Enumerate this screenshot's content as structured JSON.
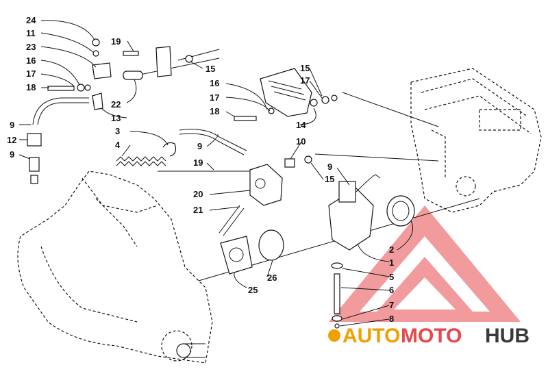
{
  "callouts": [
    {
      "id": "c24",
      "text": "24"
    },
    {
      "id": "c11",
      "text": "11"
    },
    {
      "id": "c23",
      "text": "23"
    },
    {
      "id": "c16a",
      "text": "16"
    },
    {
      "id": "c17a",
      "text": "17"
    },
    {
      "id": "c18a",
      "text": "18"
    },
    {
      "id": "c19a",
      "text": "19"
    },
    {
      "id": "c15a",
      "text": "15"
    },
    {
      "id": "c22",
      "text": "22"
    },
    {
      "id": "c13",
      "text": "13"
    },
    {
      "id": "c9a",
      "text": "9"
    },
    {
      "id": "c12",
      "text": "12"
    },
    {
      "id": "c9b",
      "text": "9"
    },
    {
      "id": "c3",
      "text": "3"
    },
    {
      "id": "c4",
      "text": "4"
    },
    {
      "id": "c9c",
      "text": "9"
    },
    {
      "id": "c16b",
      "text": "16"
    },
    {
      "id": "c17b",
      "text": "17"
    },
    {
      "id": "c18b",
      "text": "18"
    },
    {
      "id": "c15b",
      "text": "15"
    },
    {
      "id": "c17c",
      "text": "17"
    },
    {
      "id": "c14",
      "text": "14"
    },
    {
      "id": "c10",
      "text": "10"
    },
    {
      "id": "c19b",
      "text": "19"
    },
    {
      "id": "c9d",
      "text": "9"
    },
    {
      "id": "c15c",
      "text": "15"
    },
    {
      "id": "c20",
      "text": "20"
    },
    {
      "id": "c21",
      "text": "21"
    },
    {
      "id": "c2",
      "text": "2"
    },
    {
      "id": "c1",
      "text": "1"
    },
    {
      "id": "c5",
      "text": "5"
    },
    {
      "id": "c26",
      "text": "26"
    },
    {
      "id": "c25",
      "text": "25"
    },
    {
      "id": "c6",
      "text": "6"
    },
    {
      "id": "c7",
      "text": "7"
    },
    {
      "id": "c8",
      "text": "8"
    }
  ],
  "watermark": {
    "word1": "AUTO",
    "word2": "MOTO",
    "word3": "HUB",
    "color_auto": "#f0a000",
    "color_moto": "#e5484d",
    "color_hub": "#3a3a3a"
  }
}
